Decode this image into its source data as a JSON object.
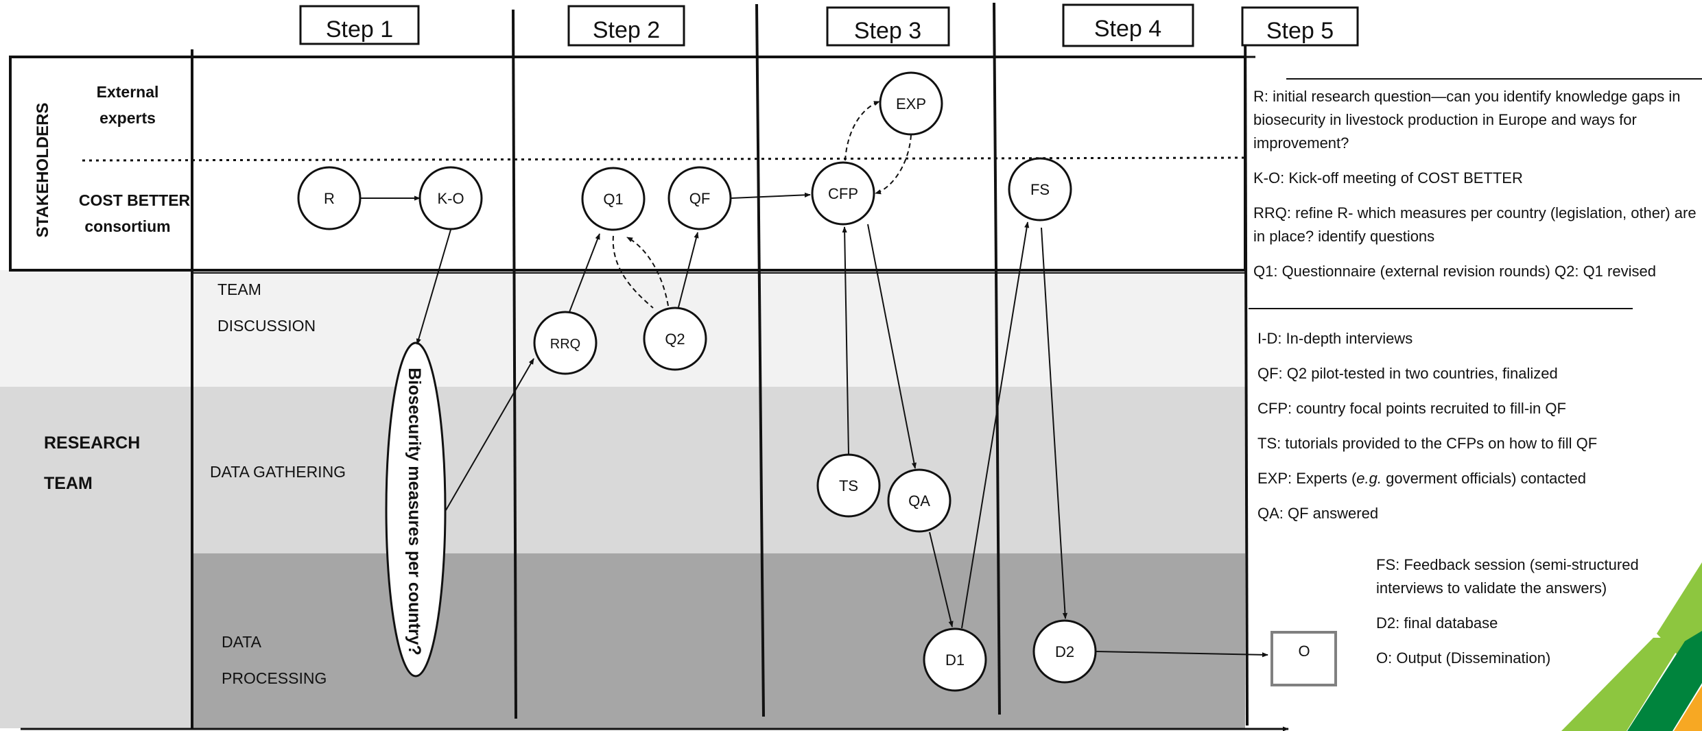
{
  "steps": [
    "Step 1",
    "Step 2",
    "Step 3",
    "Step 4",
    "Step 5"
  ],
  "stakeholders": {
    "title": "STAKEHOLDERS",
    "external_line1": "External",
    "external_line2": "experts",
    "consortium_line1": "COST BETTER",
    "consortium_line2": "consortium"
  },
  "research_team": {
    "line1": "RESEARCH",
    "line2": "TEAM",
    "team_discussion_1": "TEAM",
    "team_discussion_2": "DISCUSSION",
    "data_gathering": "DATA GATHERING",
    "data_processing_1": "DATA",
    "data_processing_2": "PROCESSING"
  },
  "nodes": {
    "R": "R",
    "KO": "K-O",
    "Q1": "Q1",
    "QF": "QF",
    "CFP": "CFP",
    "EXP": "EXP",
    "FS": "FS",
    "RRQ": "RRQ",
    "Q2": "Q2",
    "TS": "TS",
    "QA": "QA",
    "D1": "D1",
    "D2": "D2",
    "O": "O"
  },
  "biosecurity_label": "Biosecurity measures per country?",
  "legend_top": [
    "R: initial research question—can you identify knowledge gaps in biosecurity in livestock production in Europe and ways for improvement?",
    "K-O: Kick-off meeting of COST BETTER",
    "RRQ: refine R- which measures per country (legislation, other) are in place? identify questions",
    "Q1: Questionnaire (external revision rounds) Q2: Q1 revised"
  ],
  "legend_mid": [
    "I-D: In-depth interviews",
    "QF: Q2 pilot-tested in two countries, finalized",
    "CFP: country focal points recruited to fill-in QF",
    "TS: tutorials provided to the CFPs on how to fill QF",
    "QA: QF answered"
  ],
  "legend_exp": {
    "before": "EXP: Experts (",
    "italic": "e.g.",
    "after": " goverment officials) contacted"
  },
  "legend_bottom": [
    "FS: Feedback session (semi-structured interviews to validate the answers)",
    "D2: final database",
    "O: Output  (Dissemination)"
  ],
  "colors": {
    "band_light": "#f2f2f2",
    "band_mid": "#d9d9d9",
    "band_dark": "#a6a6a6",
    "logo_light_green": "#8dc63f",
    "logo_dark_green": "#00843d",
    "logo_yellow": "#f7a823"
  }
}
